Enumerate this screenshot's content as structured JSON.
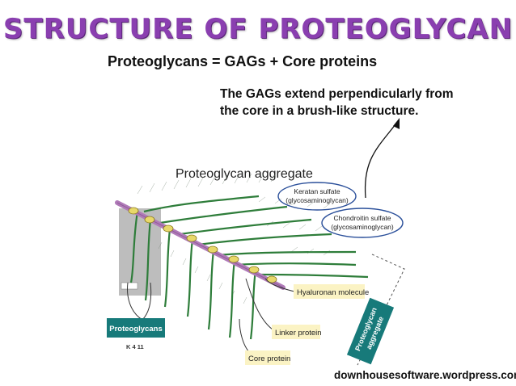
{
  "header": {
    "title": "STRUCTURE OF PROTEOGLYCAN",
    "subtitle": "Proteoglycans = GAGs + Core proteins",
    "note_line1": "The GAGs extend perpendicularly from",
    "note_line2": "the core in a brush-like structure."
  },
  "figure": {
    "title": "Proteoglycan aggregate",
    "keratan_line1": "Keratan sulfate",
    "keratan_line2": "(glycosaminoglycan)",
    "chondroitin_line1": "Chondroitin sulfate",
    "chondroitin_line2": "(glycosaminoglycan)",
    "hyaluronan": "Hyaluronan molecule",
    "linker": "Linker protein",
    "core": "Core protein",
    "proteoglycans": "Proteoglycans",
    "aggregate_line1": "Proteoglycan",
    "aggregate_line2": "aggregate",
    "code": "K 4 11"
  },
  "footer": {
    "credit": "downhousesoftware.wordpress.com"
  },
  "colors": {
    "title": "#8a3fb0",
    "gag_strand": "#2e7d3a",
    "hyaluronan": "#b07ab8",
    "core_protein": "#e8d86a",
    "label_box": "#fbf3c4",
    "teal_box": "#177a7a",
    "ellipse": "#2a4f9a"
  }
}
